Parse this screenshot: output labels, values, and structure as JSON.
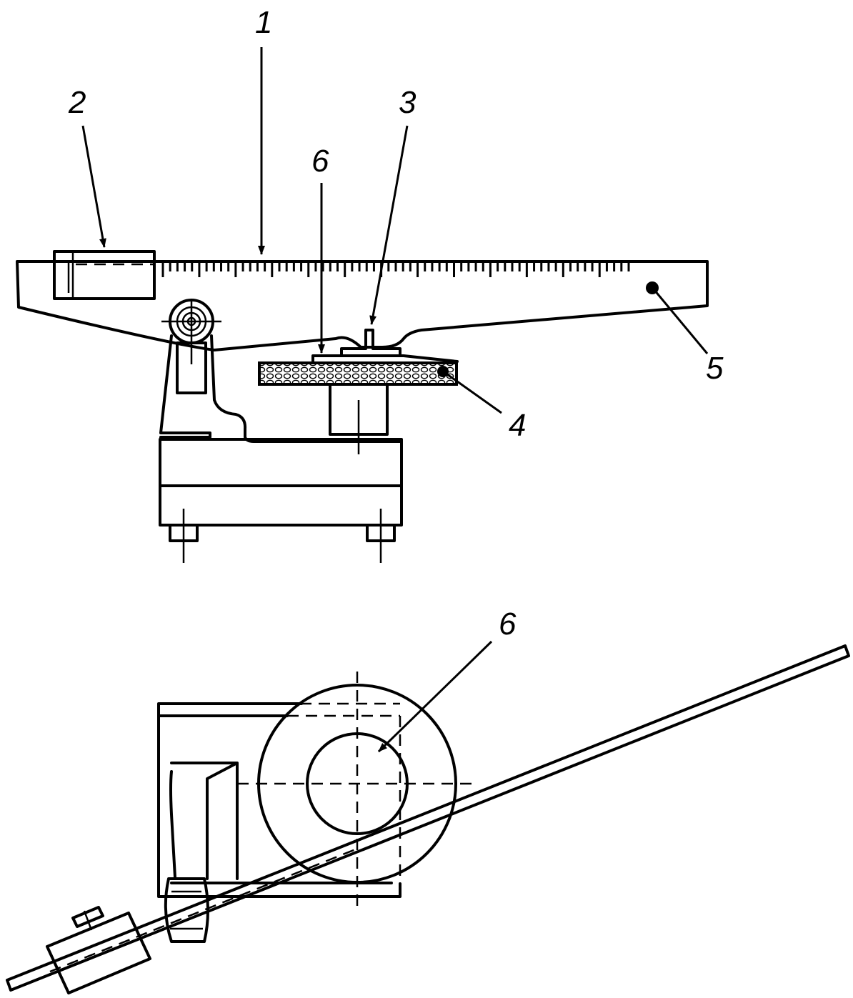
{
  "labels": {
    "l1": "1",
    "l2": "2",
    "l3": "3",
    "l4": "4",
    "l5": "5",
    "l6_top": "6",
    "l6_bottom": "6"
  }
}
